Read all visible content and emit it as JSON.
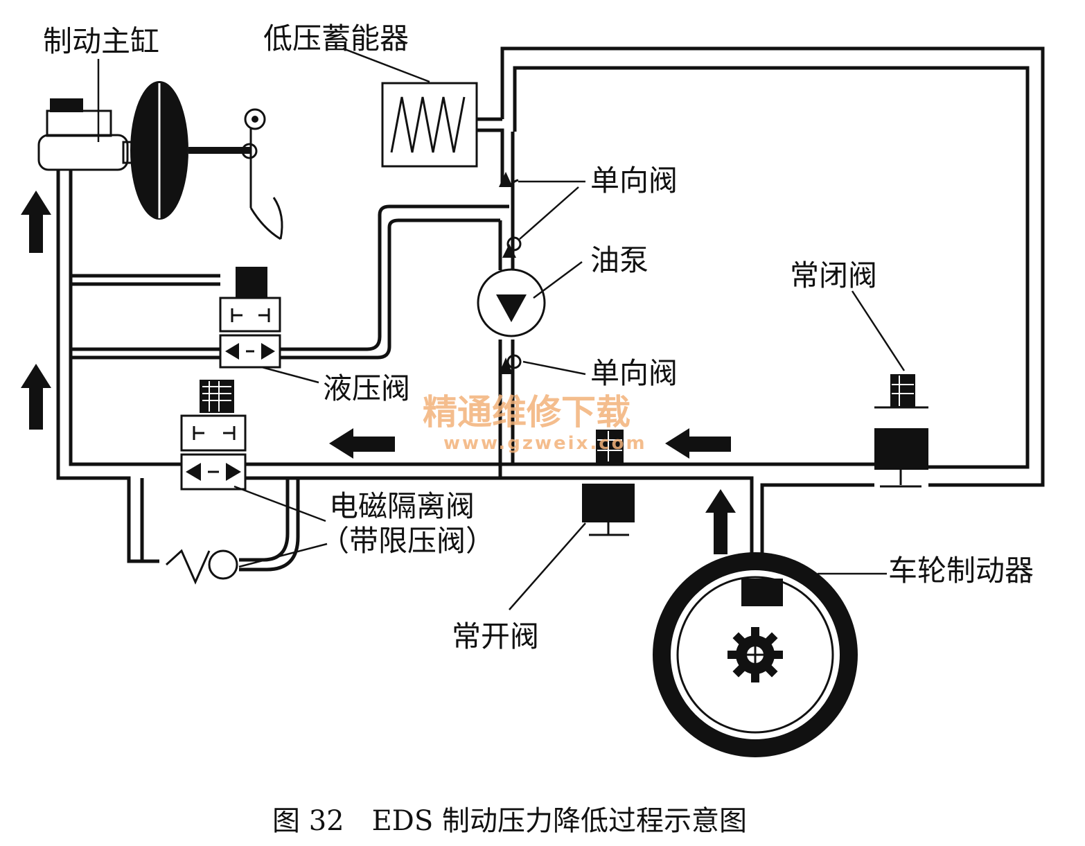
{
  "labels": {
    "master_cylinder": "制动主缸",
    "low_pressure_accumulator": "低压蓄能器",
    "check_valve_top": "单向阀",
    "oil_pump": "油泵",
    "normally_closed_valve": "常闭阀",
    "check_valve_bottom": "单向阀",
    "hydraulic_valve": "液压阀",
    "isolation_valve": "电磁隔离阀",
    "isolation_valve_note": "（带限压阀）",
    "normally_open_valve": "常开阀",
    "wheel_brake": "车轮制动器"
  },
  "watermark": {
    "title": "精通维修下载",
    "url": "www.gzweix.com"
  },
  "caption": "图 32　EDS 制动压力降低过程示意图"
}
